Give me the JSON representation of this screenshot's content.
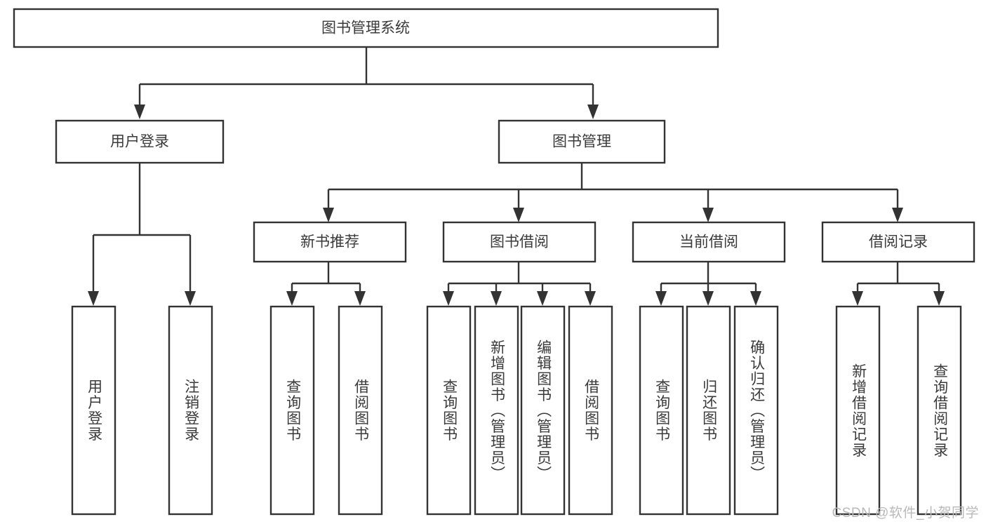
{
  "diagram": {
    "type": "tree-hierarchy-chart",
    "title": "图书管理系统",
    "root": {
      "id": "root",
      "label": "图书管理系统",
      "orientation": "horizontal"
    },
    "level1": [
      {
        "id": "user-login",
        "label": "用户登录",
        "orientation": "horizontal"
      },
      {
        "id": "book-manage",
        "label": "图书管理",
        "orientation": "horizontal"
      }
    ],
    "level2": [
      {
        "id": "new-book-recommend",
        "label": "新书推荐",
        "parent": "book-manage",
        "orientation": "horizontal"
      },
      {
        "id": "book-borrow",
        "label": "图书借阅",
        "parent": "book-manage",
        "orientation": "horizontal"
      },
      {
        "id": "current-borrow",
        "label": "当前借阅",
        "parent": "book-manage",
        "orientation": "horizontal"
      },
      {
        "id": "borrow-record",
        "label": "借阅记录",
        "parent": "book-manage",
        "orientation": "horizontal"
      }
    ],
    "leaves": [
      {
        "id": "leaf-user-login",
        "label": "用户登录",
        "parent": "user-login",
        "orientation": "vertical"
      },
      {
        "id": "leaf-logout-login",
        "label": "注销登录",
        "parent": "user-login",
        "orientation": "vertical"
      },
      {
        "id": "leaf-query-book-1",
        "label": "查询图书",
        "parent": "new-book-recommend",
        "orientation": "vertical"
      },
      {
        "id": "leaf-borrow-book-1",
        "label": "借阅图书",
        "parent": "new-book-recommend",
        "orientation": "vertical"
      },
      {
        "id": "leaf-query-book-2",
        "label": "查询图书",
        "parent": "book-borrow",
        "orientation": "vertical"
      },
      {
        "id": "leaf-add-book",
        "label": "新增图书（管理员）",
        "parent": "book-borrow",
        "orientation": "vertical"
      },
      {
        "id": "leaf-edit-book",
        "label": "编辑图书（管理员）",
        "parent": "book-borrow",
        "orientation": "vertical"
      },
      {
        "id": "leaf-borrow-book-2",
        "label": "借阅图书",
        "parent": "book-borrow",
        "orientation": "vertical"
      },
      {
        "id": "leaf-query-book-3",
        "label": "查询图书",
        "parent": "current-borrow",
        "orientation": "vertical"
      },
      {
        "id": "leaf-return-book",
        "label": "归还图书",
        "parent": "current-borrow",
        "orientation": "vertical"
      },
      {
        "id": "leaf-confirm-return",
        "label": "确认归还（管理员）",
        "parent": "current-borrow",
        "orientation": "vertical"
      },
      {
        "id": "leaf-add-record",
        "label": "新增借阅记录",
        "parent": "borrow-record",
        "orientation": "vertical"
      },
      {
        "id": "leaf-query-record",
        "label": "查询借阅记录",
        "parent": "borrow-record",
        "orientation": "vertical"
      }
    ],
    "colors": {
      "stroke": "#333333",
      "fill": "#ffffff",
      "text": "#3a3a3a",
      "watermark": "#b9b9b9",
      "background": "#ffffff"
    }
  },
  "watermark": {
    "text": "CSDN @软件_小贺同学"
  }
}
